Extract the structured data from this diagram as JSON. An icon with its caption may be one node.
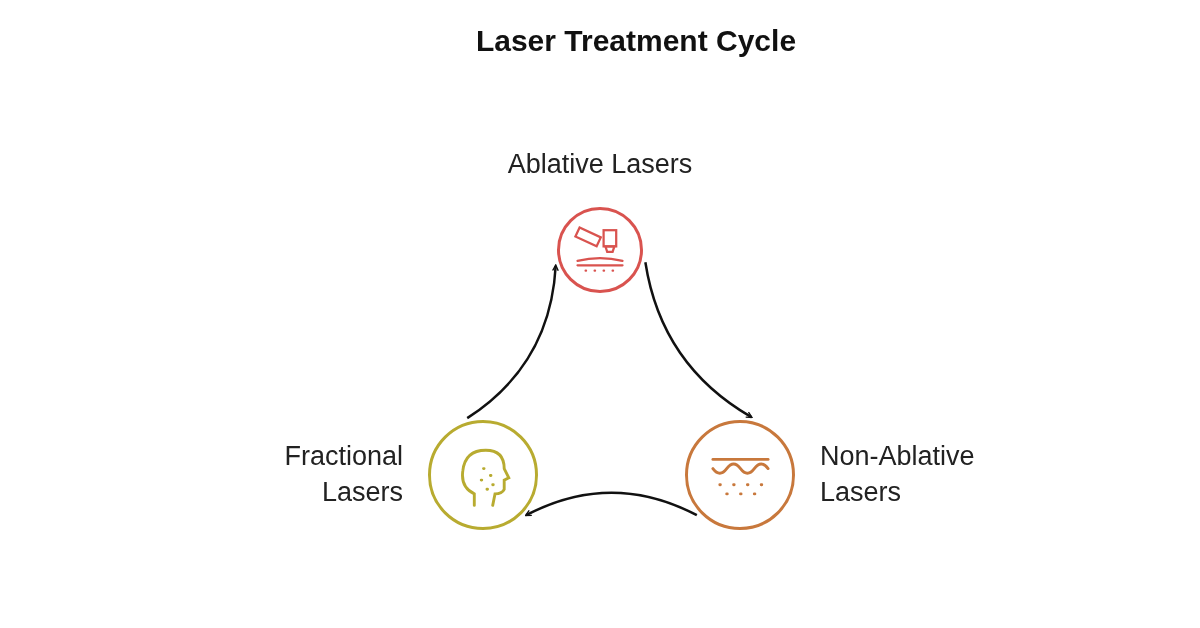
{
  "diagram": {
    "title": "Laser Treatment Cycle",
    "nodes": [
      {
        "text": [
          "Ablative Lasers"
        ]
      },
      {
        "text": [
          "Non-Ablative Lasers"
        ]
      },
      {
        "text": [
          "Fractional Lasers"
        ]
      }
    ],
    "edges": [
      {
        "from": 0,
        "to": 1,
        "arrow": "to"
      },
      {
        "from": 1,
        "to": 2,
        "arrow": "to"
      },
      {
        "from": 2,
        "to": 0,
        "arrow": "to"
      }
    ]
  }
}
